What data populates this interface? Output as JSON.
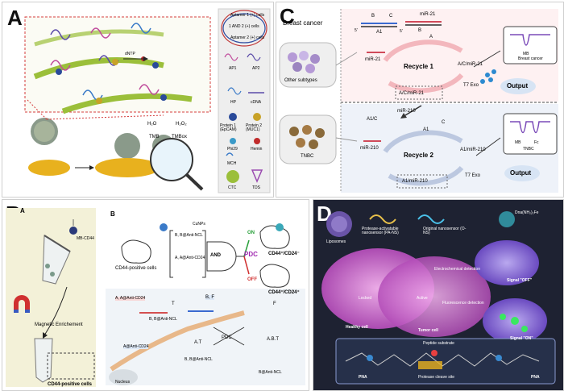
{
  "panels": {
    "A": {
      "letter": "A",
      "legend": {
        "aptamer1": "Aptamer 1 (+) cells",
        "and": "1 AND 2 (+) cells",
        "aptamer2": "Aptamer 2 (+) cells",
        "ap1": "AP1",
        "ap2": "AP2",
        "hp": "HP",
        "cdna": "cDNA",
        "protein1": "Protein 1 (EpCAM)",
        "protein2": "Protein 2 (MUC1)",
        "phi29": "Phi29",
        "hemin": "Hemin",
        "mch": "MCH",
        "ctc": "CTC",
        "tds": "TDS"
      },
      "labels": {
        "dntp": "dNTP",
        "h2o": "H₂O",
        "h2o2": "H₂O₂",
        "tmb": "TMB",
        "tmbox": "TMBox"
      }
    },
    "B": {
      "letter": "B",
      "sublabel_a": "A",
      "sublabel_b": "B",
      "mb_cd44": "MB-CD44",
      "magnetic": "Magnetic Enrichement",
      "cd44_cells": "CD44-positive cells",
      "cd44_cells_b": "CD44-positive cells",
      "cunps": "CuNPs",
      "b_b": "B, B@Anti-NCL",
      "a_a": "A, A@Anti-CD24",
      "and_gate": "AND",
      "on": "ON",
      "off": "OFF",
      "pdc": "PDC",
      "out_on": "CD44⁺/CD24⁻",
      "out_off": "CD44⁺/CD24⁺",
      "aa_anti": "A, A@Anti-CD24",
      "t": "T",
      "bf": "B, F",
      "f": "F",
      "bb_anti": "B, B@Anti-NCL",
      "a_anti": "A@Anti-CD24",
      "at": "A.T",
      "pdc2": "PDC",
      "abt": "A.B.T",
      "nucleus": "Nucleus",
      "bb_anti2": "B, B@Anti-NCL",
      "b_anti_ncl": "B@Anti-NCL"
    },
    "C": {
      "letter": "C",
      "breast_cancer": "Breast cancer",
      "other_subtypes": "Other subtypes",
      "tnbc": "TNBC",
      "b1": "B",
      "c1": "C",
      "mir21_top": "miR-21",
      "five1": "5'",
      "a1": "A1",
      "five2": "5'",
      "b2": "B",
      "a2": "A",
      "mir21": "miR-21",
      "recycle1": "Recycle 1",
      "ac_mir21": "A/C/miR-21",
      "ac_mir21_b": "A/C/miR-21",
      "t7exo": "T7 Exo",
      "output1": "Output",
      "bc_graph": "Breast cancer",
      "mb_graph": "MB",
      "mir210_top": "miR-210",
      "a1c": "A1/C",
      "c2": "C",
      "mir210": "miR-210",
      "recycle2": "Recycle 2",
      "a1_mir210": "A1/miR-210",
      "a1_mir210_b": "A1/miR-210",
      "t7exo2": "T7 Exo",
      "output2": "Output",
      "mb2": "MB",
      "fc2": "Fc",
      "tnbc_graph": "TNBC"
    },
    "D": {
      "letter": "D",
      "liposome": "Liposomes",
      "protease_nano": "Protease-activatable nanosensor (PA-NS)",
      "original_nano": "Original nanosensor (O-NS)",
      "dna": "Dna(NH₂)₂Fe",
      "electrochem": "Electrochemical detection",
      "fluor": "Fluorescence detection",
      "healthy": "Healthy cell",
      "tumor": "Tumor cell",
      "signal_off": "Signal \"OFF\"",
      "signal_on": "Signal \"ON\"",
      "locked": "Locked",
      "active": "Active",
      "peptide": "Peptide substrate",
      "pna_left": "PNA",
      "pna_right": "PNA",
      "protease_site": "Protease cleave site"
    }
  }
}
